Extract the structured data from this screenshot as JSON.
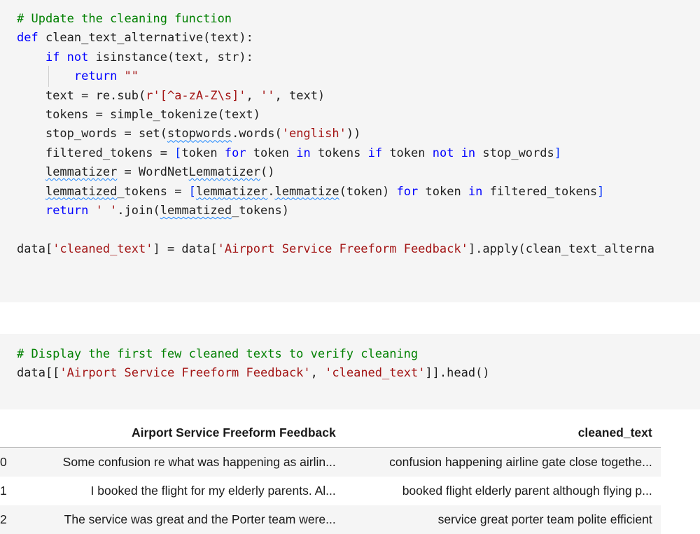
{
  "cell1": {
    "lines": [
      [
        {
          "t": "# Update the cleaning function",
          "c": "c"
        }
      ],
      [
        {
          "t": "def ",
          "c": "k"
        },
        {
          "t": "clean_text_alternative"
        },
        {
          "t": "("
        },
        {
          "t": "text"
        },
        {
          "t": "):"
        }
      ],
      [
        {
          "t": "    "
        },
        {
          "t": "if ",
          "c": "k"
        },
        {
          "t": "not ",
          "c": "k"
        },
        {
          "t": "isinstance"
        },
        {
          "t": "("
        },
        {
          "t": "text"
        },
        {
          "t": ", str):"
        }
      ],
      [
        {
          "t": "        "
        },
        {
          "t": "return ",
          "c": "k"
        },
        {
          "t": "\"\"",
          "c": "s"
        }
      ],
      [
        {
          "t": "    text = re.sub"
        },
        {
          "t": "("
        },
        {
          "t": "r'[^a-zA-Z\\s]'",
          "c": "s"
        },
        {
          "t": ", "
        },
        {
          "t": "''",
          "c": "s"
        },
        {
          "t": ", text)"
        }
      ],
      [
        {
          "t": "    tokens = simple_tokenize(text)"
        }
      ],
      [
        {
          "t": "    stop_words = set("
        },
        {
          "t": "stopwords",
          "u": true
        },
        {
          "t": ".words("
        },
        {
          "t": "'english'",
          "c": "s"
        },
        {
          "t": "))"
        }
      ],
      [
        {
          "t": "    filtered_tokens = "
        },
        {
          "t": "[",
          "c": "b"
        },
        {
          "t": "token "
        },
        {
          "t": "for ",
          "c": "k"
        },
        {
          "t": "token "
        },
        {
          "t": "in ",
          "c": "k"
        },
        {
          "t": "tokens "
        },
        {
          "t": "if ",
          "c": "k"
        },
        {
          "t": "token "
        },
        {
          "t": "not in ",
          "c": "k"
        },
        {
          "t": "stop_words"
        },
        {
          "t": "]",
          "c": "b"
        }
      ],
      [
        {
          "t": "    "
        },
        {
          "t": "lemmatizer",
          "u": true
        },
        {
          "t": " = WordNet"
        },
        {
          "t": "Lemmatizer",
          "u": true
        },
        {
          "t": "()"
        }
      ],
      [
        {
          "t": "    "
        },
        {
          "t": "lemmatized",
          "u": true
        },
        {
          "t": "_tokens = "
        },
        {
          "t": "[",
          "c": "b"
        },
        {
          "t": "lemmatizer",
          "u": true
        },
        {
          "t": "."
        },
        {
          "t": "lemmatize",
          "u": true
        },
        {
          "t": "(token) "
        },
        {
          "t": "for ",
          "c": "k"
        },
        {
          "t": "token "
        },
        {
          "t": "in ",
          "c": "k"
        },
        {
          "t": "filtered_tokens"
        },
        {
          "t": "]",
          "c": "b"
        }
      ],
      [
        {
          "t": "    "
        },
        {
          "t": "return ",
          "c": "k"
        },
        {
          "t": "' '",
          "c": "s"
        },
        {
          "t": ".join("
        },
        {
          "t": "lemmatized",
          "u": true
        },
        {
          "t": "_tokens)"
        }
      ],
      [
        {
          "t": ""
        }
      ],
      [
        {
          "t": "data["
        },
        {
          "t": "'cleaned_text'",
          "c": "s"
        },
        {
          "t": "] = data["
        },
        {
          "t": "'Airport Service Freeform Feedback'",
          "c": "s"
        },
        {
          "t": "].apply(clean_text_alterna"
        }
      ]
    ]
  },
  "cell2": {
    "lines": [
      [
        {
          "t": "# Display the first few cleaned texts to verify cleaning",
          "c": "c"
        }
      ],
      [
        {
          "t": "data[["
        },
        {
          "t": "'Airport Service Freeform Feedback'",
          "c": "s"
        },
        {
          "t": ", "
        },
        {
          "t": "'cleaned_text'",
          "c": "s"
        },
        {
          "t": "]].head()"
        }
      ]
    ]
  },
  "output_table": {
    "columns": [
      "",
      "Airport Service Freeform Feedback",
      "cleaned_text"
    ],
    "rows": [
      [
        "0",
        "Some confusion re what was happening as airlin...",
        "confusion happening airline gate close togethe..."
      ],
      [
        "1",
        "I booked the flight for my elderly parents. Al...",
        "booked flight elderly parent although flying p..."
      ],
      [
        "2",
        "The service was great and the Porter team were...",
        "service great porter team polite efficient"
      ]
    ]
  }
}
